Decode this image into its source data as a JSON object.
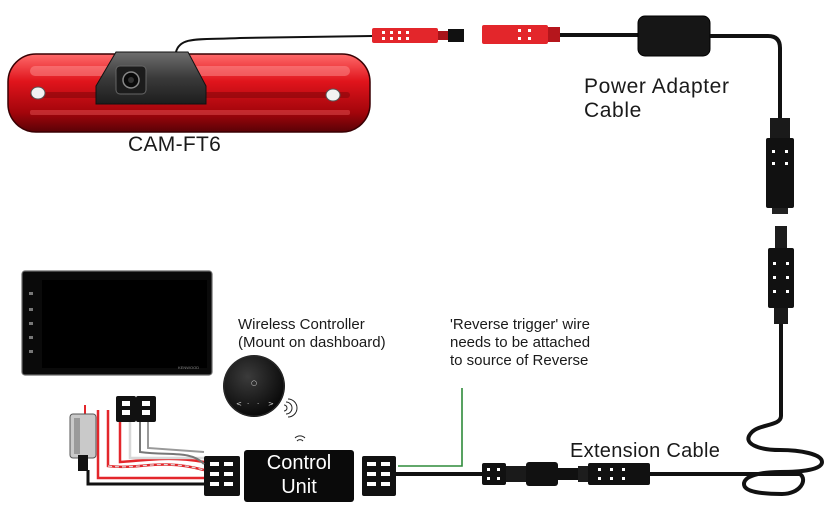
{
  "labels": {
    "camera": "CAM-FT6",
    "power_adapter": "Power Adapter\nCable",
    "wireless_controller": "Wireless Controller\n(Mount on dashboard)",
    "reverse_trigger": "'Reverse trigger' wire\nneeds to be attached\nto source of Reverse",
    "extension_cable": "Extension Cable",
    "control_unit": "Control\nUnit"
  },
  "monitor": {
    "brand": "KENWOOD"
  },
  "colors": {
    "light_red": "#e0141c",
    "cable_black": "#0d0d0d",
    "trigger_wire_green": "#2e8b3a",
    "connector_red": "#e3262b"
  }
}
